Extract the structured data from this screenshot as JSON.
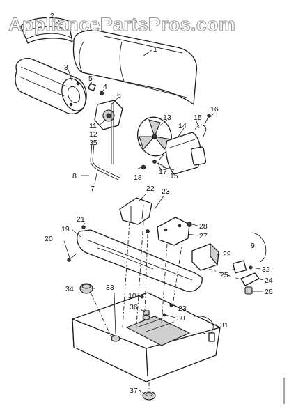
{
  "watermark": "AppliancePartsPros.com",
  "callouts": [
    {
      "id": "c1",
      "label": "1"
    },
    {
      "id": "c2",
      "label": "2"
    },
    {
      "id": "c3",
      "label": "3"
    },
    {
      "id": "c4",
      "label": "4"
    },
    {
      "id": "c5",
      "label": "5"
    },
    {
      "id": "c6",
      "label": "6"
    },
    {
      "id": "c11",
      "label": "11"
    },
    {
      "id": "c12",
      "label": "12"
    },
    {
      "id": "c35",
      "label": "35"
    },
    {
      "id": "c13",
      "label": "13"
    },
    {
      "id": "c14",
      "label": "14"
    },
    {
      "id": "c15a",
      "label": "15"
    },
    {
      "id": "c16",
      "label": "16"
    },
    {
      "id": "c17",
      "label": "17"
    },
    {
      "id": "c15b",
      "label": "15"
    },
    {
      "id": "c18",
      "label": "18"
    },
    {
      "id": "c8",
      "label": "8"
    },
    {
      "id": "c7",
      "label": "7"
    },
    {
      "id": "c22",
      "label": "22"
    },
    {
      "id": "c23a",
      "label": "23"
    },
    {
      "id": "c28",
      "label": "28"
    },
    {
      "id": "c27",
      "label": "27"
    },
    {
      "id": "c21",
      "label": "21"
    },
    {
      "id": "c19",
      "label": "19"
    },
    {
      "id": "c20",
      "label": "20"
    },
    {
      "id": "c9",
      "label": "9"
    },
    {
      "id": "c29",
      "label": "29"
    },
    {
      "id": "c32",
      "label": "32"
    },
    {
      "id": "c25",
      "label": "25"
    },
    {
      "id": "c24",
      "label": "24"
    },
    {
      "id": "c26",
      "label": "26"
    },
    {
      "id": "c34",
      "label": "34"
    },
    {
      "id": "c33",
      "label": "33"
    },
    {
      "id": "c10",
      "label": "10"
    },
    {
      "id": "c23b",
      "label": "23"
    },
    {
      "id": "c36",
      "label": "36"
    },
    {
      "id": "c30",
      "label": "30"
    },
    {
      "id": "c31",
      "label": "31"
    },
    {
      "id": "c37",
      "label": "37"
    }
  ]
}
